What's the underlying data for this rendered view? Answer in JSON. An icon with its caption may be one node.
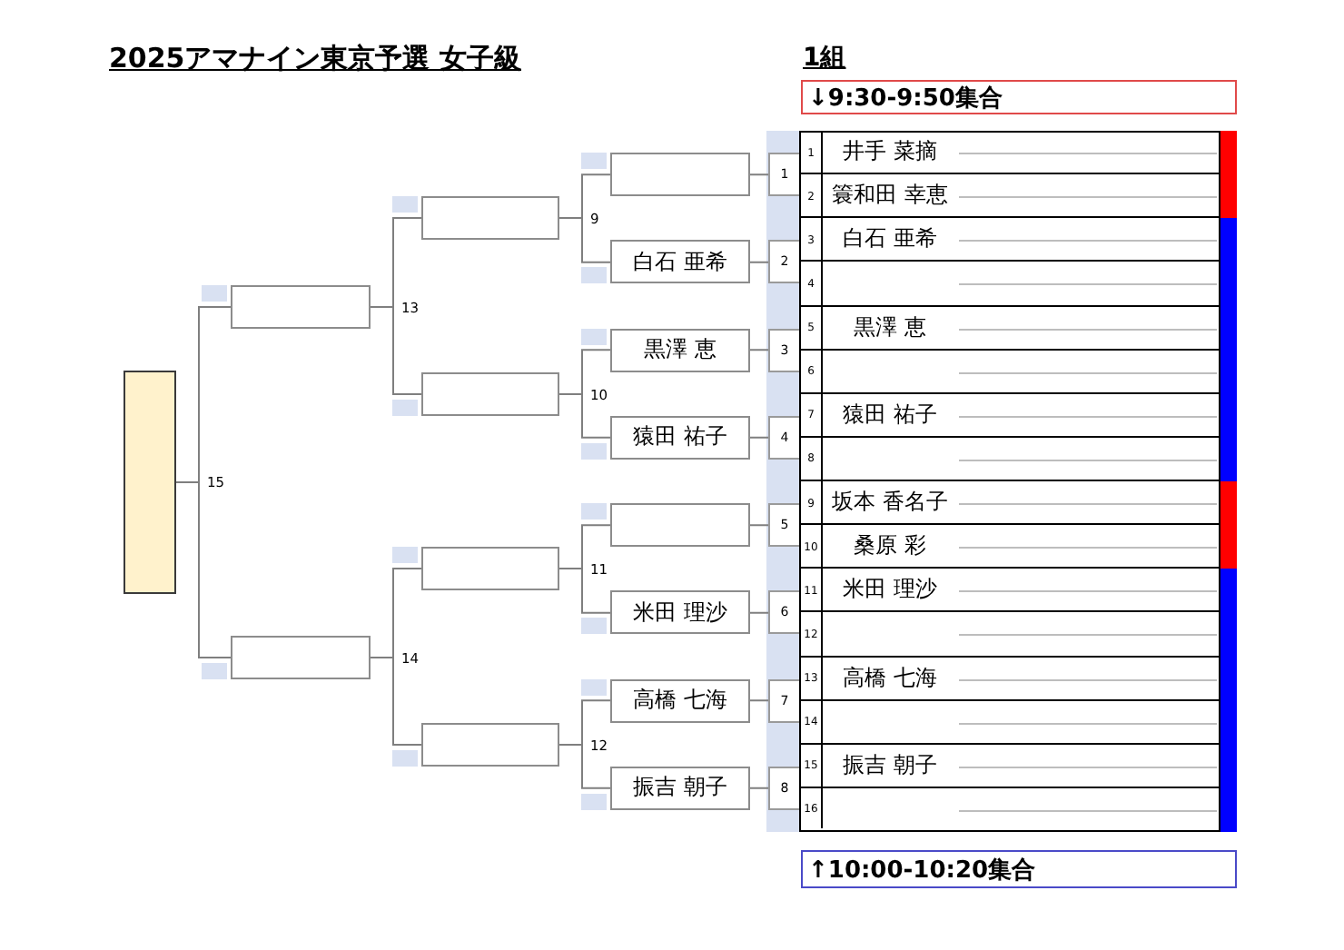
{
  "diagram": {
    "title": "2025アマナイン東京予選 女子級",
    "nodes": [
      {
        "text": [],
        "shape": "box"
      },
      {
        "text": [],
        "shape": "box"
      },
      {
        "text": [],
        "shape": "box"
      },
      {
        "text": [],
        "shape": "box"
      },
      {
        "text": [],
        "shape": "box"
      },
      {
        "text": [],
        "shape": "box"
      },
      {
        "text": [],
        "shape": "box"
      },
      {
        "text": [],
        "shape": "box"
      },
      {
        "text": [
          "白石 亜希"
        ]
      },
      {
        "text": [
          "黒澤 恵"
        ]
      },
      {
        "text": [
          "猿田 祐子"
        ]
      },
      {
        "text": [],
        "shape": "box"
      },
      {
        "text": [
          "米田 理沙"
        ]
      },
      {
        "text": [
          "高橋 七海"
        ]
      },
      {
        "text": [
          "振吉 朝子"
        ]
      },
      {
        "text": [
          "1"
        ]
      },
      {
        "text": [
          "2"
        ]
      },
      {
        "text": [
          "3"
        ]
      },
      {
        "text": [
          "4"
        ]
      },
      {
        "text": [
          "5"
        ]
      },
      {
        "text": [
          "6"
        ]
      },
      {
        "text": [
          "7"
        ]
      },
      {
        "text": [
          "8"
        ]
      },
      {
        "text": [
          "↓9:30-9:50集合"
        ]
      },
      {
        "text": [
          "↑10:00-10:20集合"
        ]
      }
    ],
    "edges": [
      {
        "from": 15,
        "to": 7,
        "arrow": "none"
      },
      {
        "from": 16,
        "to": 8,
        "arrow": "none"
      },
      {
        "from": 17,
        "to": 9,
        "arrow": "none"
      },
      {
        "from": 18,
        "to": 10,
        "arrow": "none"
      },
      {
        "from": 19,
        "to": 11,
        "arrow": "none"
      },
      {
        "from": 20,
        "to": 12,
        "arrow": "none"
      },
      {
        "from": 21,
        "to": 13,
        "arrow": "none"
      },
      {
        "from": 22,
        "to": 14,
        "arrow": "none"
      },
      {
        "from": 7,
        "to": 3,
        "arrow": "none"
      },
      {
        "from": 8,
        "to": 3,
        "arrow": "none"
      },
      {
        "from": 9,
        "to": 4,
        "arrow": "none"
      },
      {
        "from": 10,
        "to": 4,
        "arrow": "none"
      },
      {
        "from": 11,
        "to": 5,
        "arrow": "none"
      },
      {
        "from": 12,
        "to": 5,
        "arrow": "none"
      },
      {
        "from": 13,
        "to": 6,
        "arrow": "none"
      },
      {
        "from": 14,
        "to": 6,
        "arrow": "none"
      },
      {
        "from": 3,
        "to": 1,
        "arrow": "none"
      },
      {
        "from": 4,
        "to": 1,
        "arrow": "none"
      },
      {
        "from": 5,
        "to": 2,
        "arrow": "none"
      },
      {
        "from": 6,
        "to": 2,
        "arrow": "none"
      },
      {
        "from": 1,
        "to": 0,
        "arrow": "none"
      },
      {
        "from": 2,
        "to": 0,
        "arrow": "none"
      }
    ],
    "labels": [
      "1組",
      "9",
      "13",
      "10",
      "15",
      "11",
      "14",
      "12",
      "1",
      "井手 菜摘",
      "2",
      "簑和田 幸恵",
      "3",
      "白石 亜希",
      "4",
      "5",
      "黒澤 恵",
      "6",
      "7",
      "猿田 祐子",
      "8",
      "9",
      "坂本 香名子",
      "10",
      "桑原 彩",
      "11",
      "米田 理沙",
      "12",
      "13",
      "高橋 七海",
      "14",
      "15",
      "振吉 朝子",
      "16"
    ]
  }
}
